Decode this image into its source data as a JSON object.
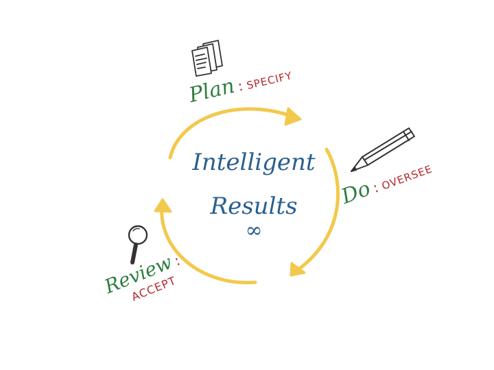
{
  "center": {
    "line1": "Intelligent",
    "line2": "Results",
    "symbol": "∞"
  },
  "stages": {
    "plan": {
      "name": "Plan",
      "sep": ":",
      "action": "SPECIFY",
      "icon": "documents-icon"
    },
    "do": {
      "name": "Do",
      "sep": ":",
      "action": "OVERSEE",
      "icon": "pencil-icon"
    },
    "review": {
      "name": "Review",
      "sep": ":",
      "action": "ACCEPT",
      "icon": "magnifying-glass-icon"
    }
  },
  "colors": {
    "cycle_arrows": "#f2c94c",
    "stage_name": "#2e7d3e",
    "stage_action": "#b5262c",
    "center_text": "#2a5f8f",
    "icon_ink": "#333333"
  }
}
